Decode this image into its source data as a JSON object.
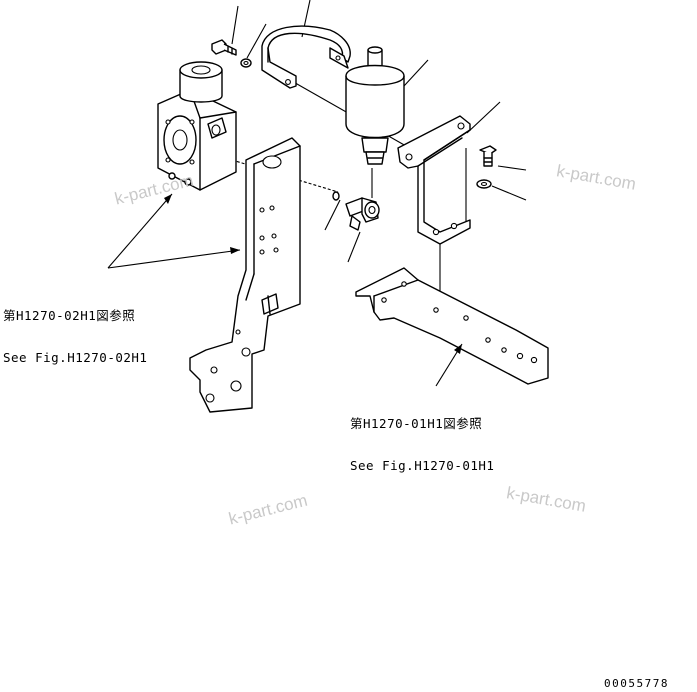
{
  "references": {
    "left": {
      "line1": "第H1270-02H1図参照",
      "line2": "See Fig.H1270-02H1"
    },
    "right": {
      "line1": "第H1270-01H1図参照",
      "line2": "See Fig.H1270-01H1"
    }
  },
  "watermarks": [
    "k-part.com",
    "k-part.com",
    "k-part.com",
    "k-part.com"
  ],
  "drawing_number": "00055778"
}
